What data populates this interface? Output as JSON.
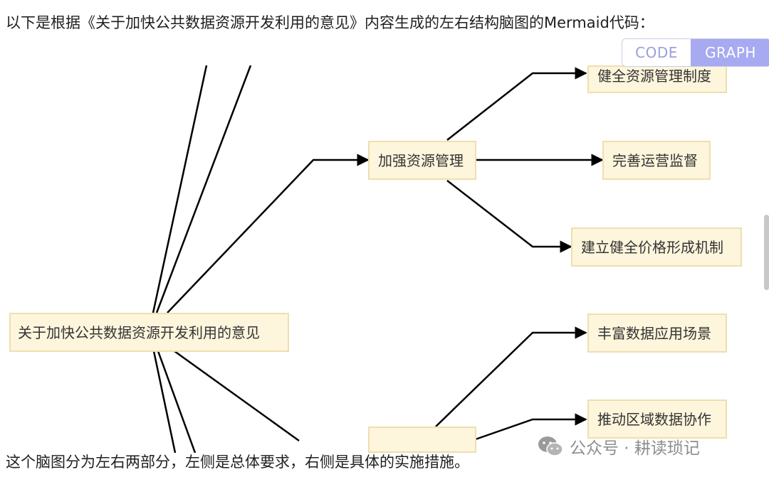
{
  "intro_text": "以下是根据《关于加快公共数据资源开发利用的意见》内容生成的左右结构脑图的Mermaid代码：",
  "toggle": {
    "code_label": "CODE",
    "graph_label": "GRAPH",
    "active": "GRAPH"
  },
  "diagram": {
    "root": "关于加快公共数据资源开发利用的意见",
    "branch_1": {
      "label": "加强资源管理",
      "children": [
        "健全资源管理制度",
        "完善运营监督",
        "建立健全价格形成机制"
      ]
    },
    "branch_2": {
      "label": "",
      "children": [
        "丰富数据应用场景",
        "推动区域数据协作"
      ]
    }
  },
  "footer_text": "这个脑图分为左右两部分，左侧是总体要求，右侧是具体的实施措施。",
  "watermark": {
    "text": "公众号 · 耕读琐记",
    "icon": "wechat-icon"
  },
  "colors": {
    "node_fill": "#fdf5dc",
    "node_border": "#efdfae",
    "edge": "#000000",
    "toggle_active": "#a7aaf0"
  }
}
